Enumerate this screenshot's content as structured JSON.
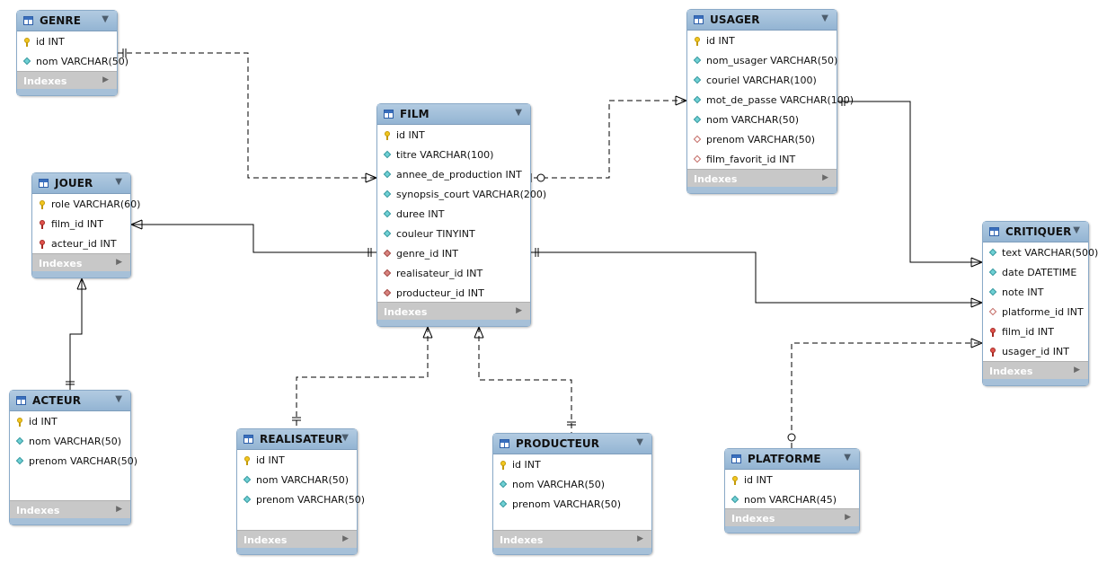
{
  "indexes_label": "Indexes",
  "colors": {
    "header": "#a4c0da",
    "primary_key": "#f2c61f",
    "foreign_key": "#d9837e",
    "column": "#6fd0d4",
    "indexes_bar": "#c8c8c8",
    "line": "#000000"
  },
  "icon_names": {
    "pk": "key-icon",
    "fkpk": "red-key-icon",
    "col": "cyan-diamond-icon",
    "fk": "red-diamond-icon",
    "nul": "hollow-diamond-icon"
  },
  "tables": [
    {
      "key": "genre",
      "name": "GENRE",
      "columns": [
        {
          "text": "id INT",
          "icon": "pk"
        },
        {
          "text": "nom VARCHAR(50)",
          "icon": "col"
        }
      ]
    },
    {
      "key": "usager",
      "name": "USAGER",
      "columns": [
        {
          "text": "id INT",
          "icon": "pk"
        },
        {
          "text": "nom_usager VARCHAR(50)",
          "icon": "col"
        },
        {
          "text": "couriel VARCHAR(100)",
          "icon": "col"
        },
        {
          "text": "mot_de_passe VARCHAR(100)",
          "icon": "col"
        },
        {
          "text": "nom VARCHAR(50)",
          "icon": "col"
        },
        {
          "text": "prenom VARCHAR(50)",
          "icon": "nul"
        },
        {
          "text": "film_favorit_id INT",
          "icon": "nul"
        }
      ]
    },
    {
      "key": "film",
      "name": "FILM",
      "columns": [
        {
          "text": "id INT",
          "icon": "pk"
        },
        {
          "text": "titre VARCHAR(100)",
          "icon": "col"
        },
        {
          "text": "annee_de_production INT",
          "icon": "col"
        },
        {
          "text": "synopsis_court VARCHAR(200)",
          "icon": "col"
        },
        {
          "text": "duree INT",
          "icon": "col"
        },
        {
          "text": "couleur TINYINT",
          "icon": "col"
        },
        {
          "text": "genre_id INT",
          "icon": "fk"
        },
        {
          "text": "realisateur_id INT",
          "icon": "fk"
        },
        {
          "text": "producteur_id INT",
          "icon": "fk"
        }
      ]
    },
    {
      "key": "jouer",
      "name": "JOUER",
      "columns": [
        {
          "text": "role VARCHAR(60)",
          "icon": "pk"
        },
        {
          "text": "film_id INT",
          "icon": "fkpk"
        },
        {
          "text": "acteur_id INT",
          "icon": "fkpk"
        }
      ]
    },
    {
      "key": "critiquer",
      "name": "CRITIQUER",
      "columns": [
        {
          "text": "text VARCHAR(500)",
          "icon": "col"
        },
        {
          "text": "date DATETIME",
          "icon": "col"
        },
        {
          "text": "note INT",
          "icon": "col"
        },
        {
          "text": "platforme_id INT",
          "icon": "nul"
        },
        {
          "text": "film_id INT",
          "icon": "fkpk"
        },
        {
          "text": "usager_id INT",
          "icon": "fkpk"
        }
      ]
    },
    {
      "key": "acteur",
      "name": "ACTEUR",
      "columns": [
        {
          "text": "id INT",
          "icon": "pk"
        },
        {
          "text": "nom VARCHAR(50)",
          "icon": "col"
        },
        {
          "text": "prenom VARCHAR(50)",
          "icon": "col"
        }
      ]
    },
    {
      "key": "realisateur",
      "name": "REALISATEUR",
      "columns": [
        {
          "text": "id INT",
          "icon": "pk"
        },
        {
          "text": "nom VARCHAR(50)",
          "icon": "col"
        },
        {
          "text": "prenom VARCHAR(50)",
          "icon": "col"
        }
      ]
    },
    {
      "key": "producteur",
      "name": "PRODUCTEUR",
      "columns": [
        {
          "text": "id INT",
          "icon": "pk"
        },
        {
          "text": "nom VARCHAR(50)",
          "icon": "col"
        },
        {
          "text": "prenom VARCHAR(50)",
          "icon": "col"
        }
      ]
    },
    {
      "key": "platforme",
      "name": "PLATFORME",
      "columns": [
        {
          "text": "id INT",
          "icon": "pk"
        },
        {
          "text": "nom VARCHAR(45)",
          "icon": "col"
        }
      ]
    }
  ],
  "relationships": [
    {
      "from": "genre",
      "to": "film",
      "identifying": false,
      "from_end": "one-mandatory",
      "to_end": "many-mandatory"
    },
    {
      "from": "usager",
      "to": "film",
      "identifying": false,
      "from_end": "many-mandatory",
      "to_end": "zero-or-one"
    },
    {
      "from": "film",
      "to": "jouer",
      "identifying": true,
      "from_end": "one-mandatory",
      "to_end": "many-mandatory"
    },
    {
      "from": "acteur",
      "to": "jouer",
      "identifying": true,
      "from_end": "one-mandatory",
      "to_end": "many-mandatory"
    },
    {
      "from": "film",
      "to": "critiquer",
      "identifying": true,
      "from_end": "one-mandatory",
      "to_end": "many-mandatory"
    },
    {
      "from": "usager",
      "to": "critiquer",
      "identifying": true,
      "from_end": "one-mandatory",
      "to_end": "many-mandatory"
    },
    {
      "from": "platforme",
      "to": "critiquer",
      "identifying": false,
      "from_end": "zero-or-one",
      "to_end": "many-mandatory"
    },
    {
      "from": "realisateur",
      "to": "film",
      "identifying": false,
      "from_end": "one-mandatory",
      "to_end": "many-mandatory"
    },
    {
      "from": "producteur",
      "to": "film",
      "identifying": false,
      "from_end": "one-mandatory",
      "to_end": "many-mandatory"
    }
  ]
}
